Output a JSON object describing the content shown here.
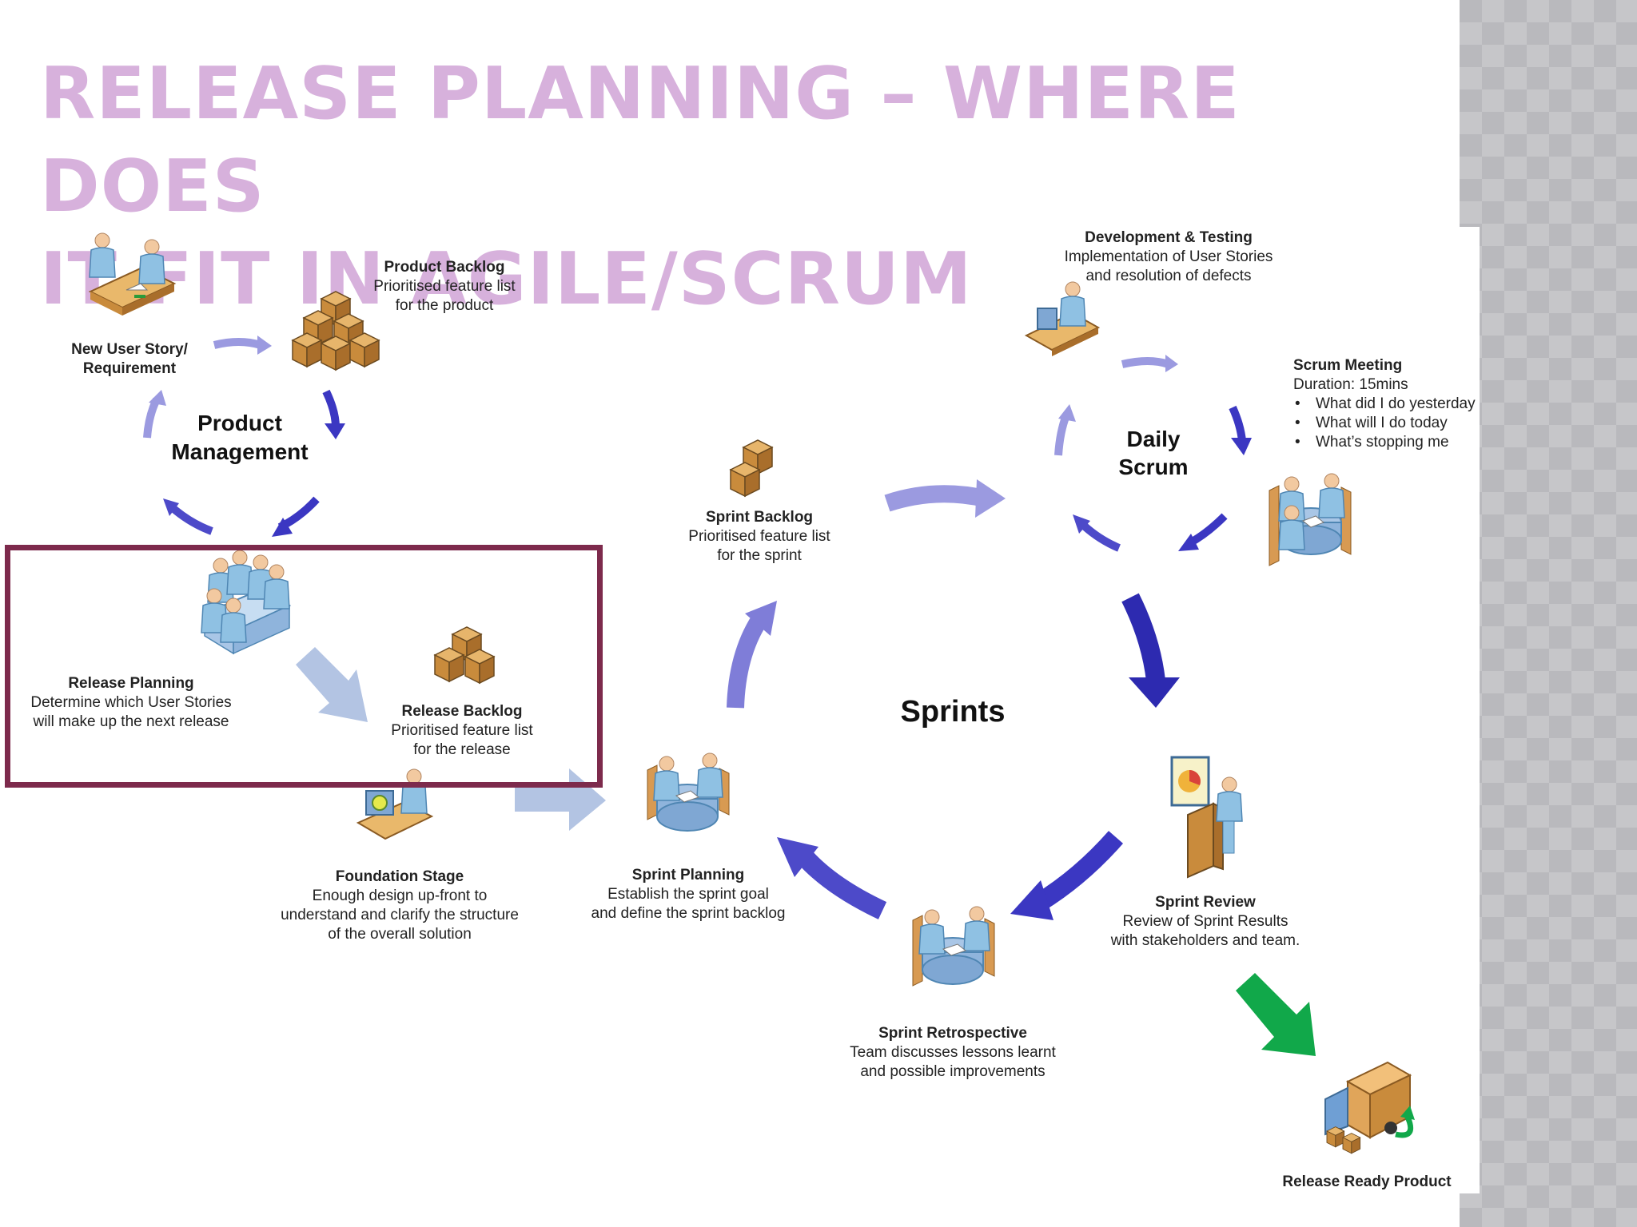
{
  "title": {
    "line1": "RELEASE PLANNING – WHERE DOES",
    "line2": "IT FIT IN AGILE/SCRUM"
  },
  "cycles": {
    "product_management": "Product\nManagement",
    "daily_scrum": "Daily\nScrum",
    "sprints": "Sprints"
  },
  "nodes": {
    "new_user_story": {
      "title": "New User Story/\nRequirement"
    },
    "product_backlog": {
      "title": "Product Backlog",
      "desc": "Prioritised feature list\nfor the product"
    },
    "release_planning": {
      "title": "Release Planning",
      "desc": "Determine which User Stories\nwill make up the next release"
    },
    "release_backlog": {
      "title": "Release Backlog",
      "desc": "Prioritised feature list\nfor the release"
    },
    "foundation_stage": {
      "title": "Foundation Stage",
      "desc": "Enough design up-front to\nunderstand and clarify the structure\nof the overall solution"
    },
    "sprint_planning": {
      "title": "Sprint Planning",
      "desc": "Establish the sprint goal\nand define the sprint backlog"
    },
    "sprint_backlog": {
      "title": "Sprint Backlog",
      "desc": "Prioritised feature list\nfor the sprint"
    },
    "dev_testing": {
      "title": "Development & Testing",
      "desc": "Implementation of User Stories\nand resolution of defects"
    },
    "scrum_meeting": {
      "title": "Scrum Meeting",
      "duration": "Duration: 15mins",
      "bullets": [
        "What did I do yesterday",
        "What will I do today",
        "What’s stopping me"
      ]
    },
    "sprint_review": {
      "title": "Sprint Review",
      "desc": "Review of Sprint Results\nwith stakeholders and team."
    },
    "sprint_retrospective": {
      "title": "Sprint Retrospective",
      "desc": "Team discusses lessons learnt\nand possible improvements"
    },
    "release_ready": {
      "title": "Release Ready Product"
    }
  },
  "colors": {
    "title": "#d7b1dc",
    "highlight_border": "#7d2a4c",
    "arrow_dark": "#3b37c2",
    "arrow_light": "#9b9ae0",
    "arrow_pale": "#b3c4e3",
    "arrow_green": "#11a84a"
  }
}
